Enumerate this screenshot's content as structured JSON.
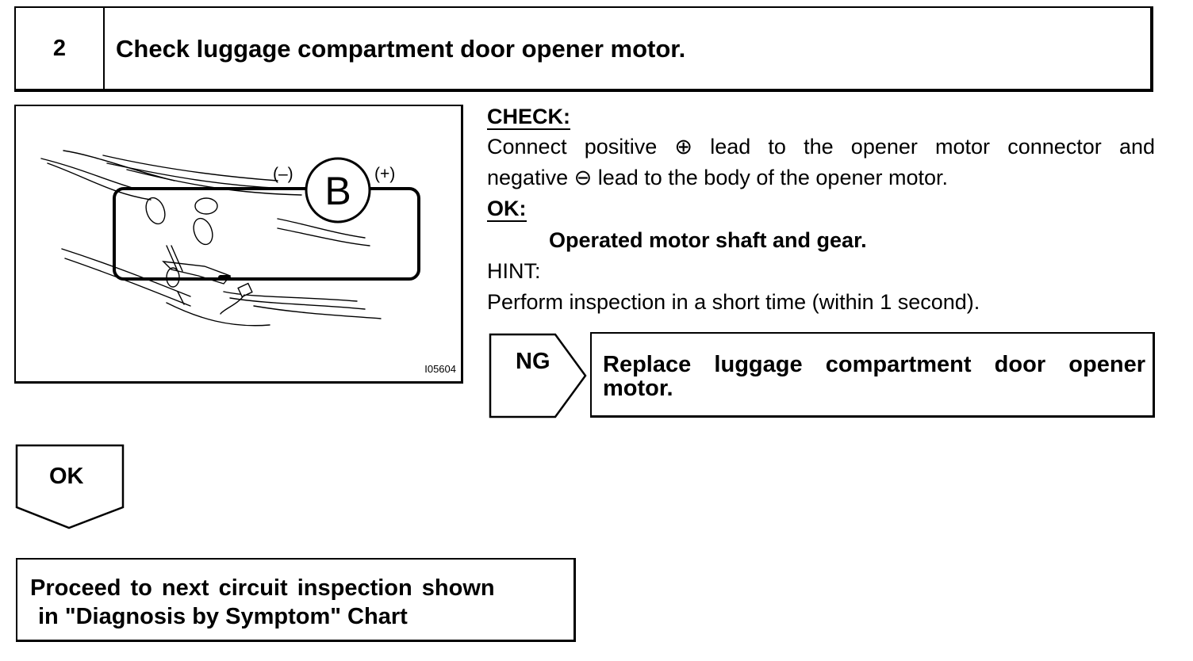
{
  "step": {
    "number": "2",
    "title": "Check luggage compartment door opener motor."
  },
  "figure": {
    "meter_letter": "B",
    "minus_label": "(–)",
    "plus_label": "(+)",
    "code": "I05604"
  },
  "check": {
    "heading": "CHECK:",
    "line1": "Connect positive ⊕ lead to the opener motor connector and",
    "line2": "negative ⊖ lead to the body of the opener motor."
  },
  "ok": {
    "heading": "OK:",
    "spec": "Operated motor shaft and gear."
  },
  "hint": {
    "label": "HINT:",
    "text": "Perform inspection in a short time (within 1 second)."
  },
  "ng_branch": {
    "label": "NG",
    "action": "Replace luggage compartment door opener motor."
  },
  "ok_branch": {
    "label": "OK",
    "action_line1": "Proceed to next circuit inspection shown",
    "action_line2": "in \"Diagnosis by Symptom\" Chart"
  }
}
